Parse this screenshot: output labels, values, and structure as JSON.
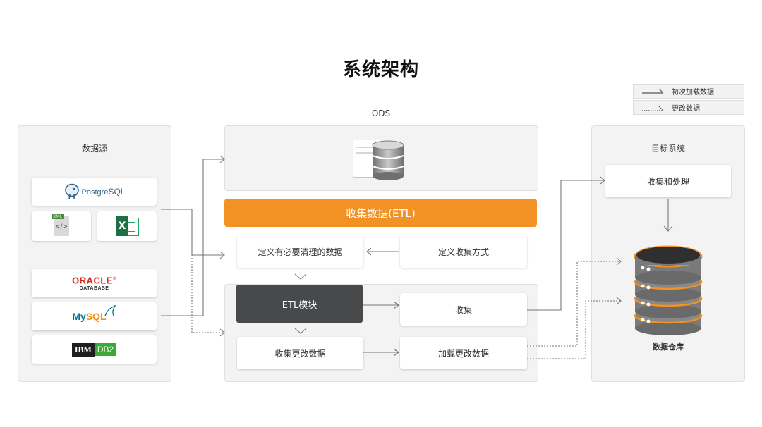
{
  "title": "系统架构",
  "legend": {
    "initial_load": "初次加载数据",
    "change": "更改数据"
  },
  "sources": {
    "header": "数据源",
    "postgres": {
      "text": "PostgreSQL",
      "prefix": "Postgre",
      "suffix": "SQL"
    },
    "xml_badge": "XML",
    "xml_code": "</>",
    "excel_letter": "X",
    "oracle": {
      "top": "ORACLE",
      "reg": "®",
      "bottom": "DATABASE"
    },
    "mysql": {
      "my": "My",
      "sql": "SQL"
    },
    "ibm": {
      "left": "IBM",
      "right": "DB2"
    }
  },
  "ods": {
    "label": "ODS",
    "etl_bar": "收集数据(ETL)",
    "define_clean": "定义有必要清理的数据",
    "define_method": "定义收集方式",
    "etl_module": "ETL模块",
    "collect": "收集",
    "collect_changes": "收集更改数据",
    "load_changes": "加载更改数据"
  },
  "target": {
    "header": "目标系统",
    "collect_process": "收集和处理",
    "warehouse": "数据仓库"
  },
  "colors": {
    "orange": "#f39224",
    "dark": "#48494b",
    "panel": "#f3f3f3",
    "line": "#777777"
  }
}
